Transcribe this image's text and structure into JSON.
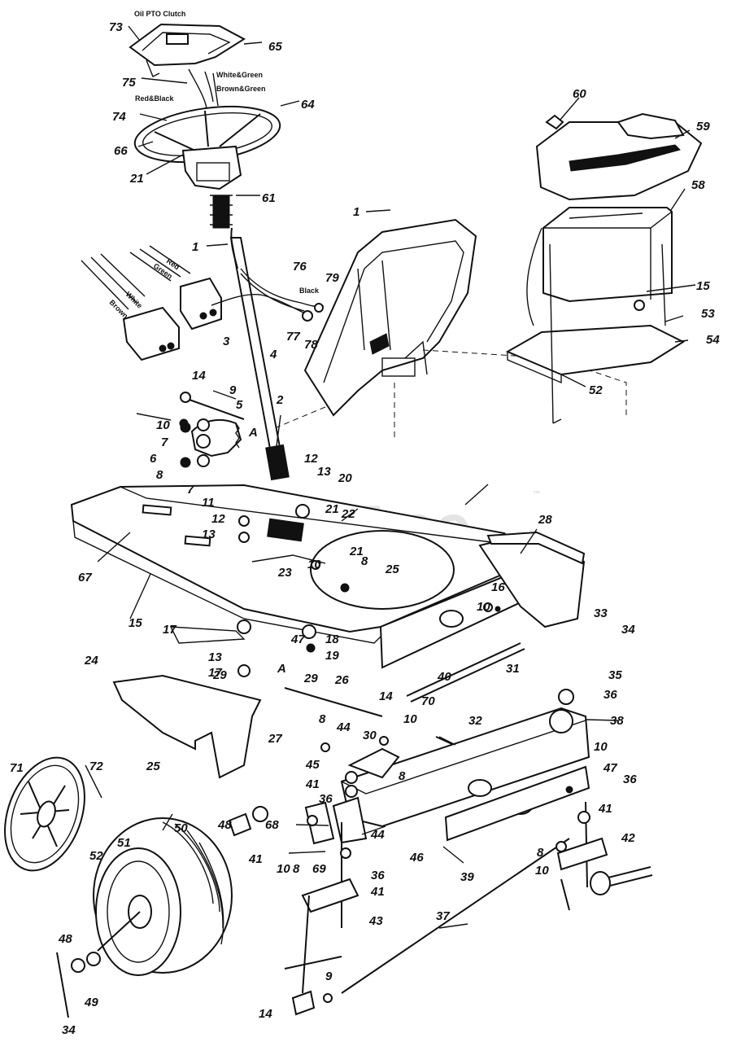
{
  "watermark": {
    "text": "PartsTree",
    "trademark": "™"
  },
  "wire_labels": {
    "oil_pto_clutch": "Oil  PTO Clutch",
    "white_green": "White&Green",
    "brown_green": "Brown&Green",
    "red_black": "Red&Black",
    "black": "Black",
    "connector_brown": "Brown",
    "connector_white": "White",
    "connector_green": "Green",
    "connector_red": "Red"
  },
  "section_markers": [
    "A",
    "A"
  ],
  "callouts": [
    "73",
    "65",
    "75",
    "74",
    "64",
    "66",
    "21",
    "61",
    "1",
    "1",
    "60",
    "59",
    "58",
    "15",
    "53",
    "54",
    "52",
    "76",
    "79",
    "77",
    "78",
    "3",
    "4",
    "2",
    "14",
    "9",
    "5",
    "10",
    "7",
    "6",
    "8",
    "7",
    "12",
    "13",
    "20",
    "11",
    "12",
    "21",
    "22",
    "13",
    "21",
    "8",
    "23",
    "10",
    "25",
    "28",
    "67",
    "15",
    "16",
    "10",
    "47",
    "18",
    "17",
    "13",
    "19",
    "17",
    "29",
    "29",
    "24",
    "26",
    "40",
    "31",
    "33",
    "34",
    "35",
    "36",
    "14",
    "70",
    "27",
    "25",
    "8",
    "44",
    "30",
    "10",
    "8",
    "32",
    "38",
    "72",
    "71",
    "45",
    "41",
    "36",
    "10",
    "47",
    "36",
    "68",
    "44",
    "46",
    "50",
    "51",
    "52",
    "69",
    "36",
    "41",
    "39",
    "8",
    "10",
    "41",
    "42",
    "48",
    "10",
    "8",
    "41",
    "43",
    "37",
    "48",
    "34",
    "49",
    "14",
    "9"
  ]
}
